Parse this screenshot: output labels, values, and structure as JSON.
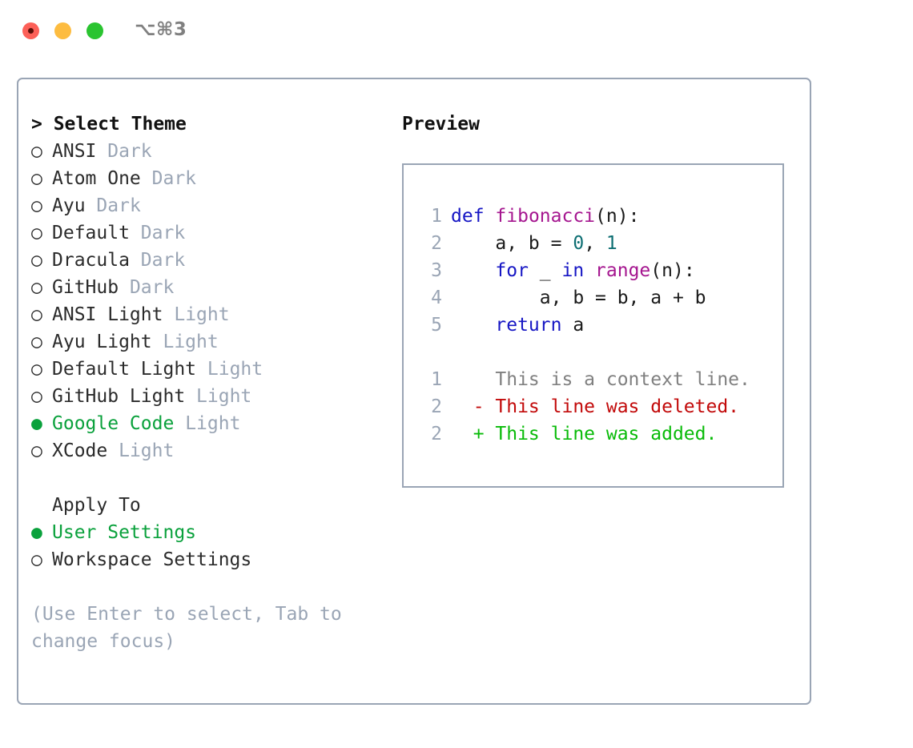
{
  "window": {
    "title": "⌥⌘3",
    "traffic_lights": [
      "close",
      "minimize",
      "maximize"
    ],
    "colors": {
      "close": "#fc6058",
      "minimize": "#fdbc40",
      "maximize": "#2ac430",
      "border": "#9aa5b5",
      "accent_green": "#0aa13c",
      "muted": "#9aa5b5"
    }
  },
  "theme_panel": {
    "heading": "> Select Theme",
    "bullet_unselected": "○",
    "bullet_selected": "●",
    "items": [
      {
        "name": "ANSI",
        "kind": "Dark",
        "selected": false
      },
      {
        "name": "Atom One",
        "kind": "Dark",
        "selected": false
      },
      {
        "name": "Ayu",
        "kind": "Dark",
        "selected": false
      },
      {
        "name": "Default",
        "kind": "Dark",
        "selected": false
      },
      {
        "name": "Dracula",
        "kind": "Dark",
        "selected": false
      },
      {
        "name": "GitHub",
        "kind": "Dark",
        "selected": false
      },
      {
        "name": "ANSI Light",
        "kind": "Light",
        "selected": false
      },
      {
        "name": "Ayu Light",
        "kind": "Light",
        "selected": false
      },
      {
        "name": "Default Light",
        "kind": "Light",
        "selected": false
      },
      {
        "name": "GitHub Light",
        "kind": "Light",
        "selected": false
      },
      {
        "name": "Google Code",
        "kind": "Light",
        "selected": true
      },
      {
        "name": "XCode",
        "kind": "Light",
        "selected": false
      }
    ]
  },
  "apply_to": {
    "label": "Apply To",
    "options": [
      {
        "name": "User Settings",
        "selected": true
      },
      {
        "name": "Workspace Settings",
        "selected": false
      }
    ]
  },
  "hint": "(Use Enter to select, Tab to change focus)",
  "preview": {
    "heading": "Preview",
    "code_lines": [
      {
        "no": "1",
        "tokens": [
          {
            "t": "def",
            "c": "kw"
          },
          {
            "t": " ",
            "c": "pl"
          },
          {
            "t": "fibonacci",
            "c": "fn"
          },
          {
            "t": "(n):",
            "c": "pl"
          }
        ]
      },
      {
        "no": "2",
        "tokens": [
          {
            "t": "    a, b = ",
            "c": "pl"
          },
          {
            "t": "0",
            "c": "num"
          },
          {
            "t": ", ",
            "c": "pl"
          },
          {
            "t": "1",
            "c": "num"
          }
        ]
      },
      {
        "no": "3",
        "tokens": [
          {
            "t": "    ",
            "c": "pl"
          },
          {
            "t": "for",
            "c": "kw"
          },
          {
            "t": " _ ",
            "c": "pl"
          },
          {
            "t": "in",
            "c": "kw"
          },
          {
            "t": " ",
            "c": "pl"
          },
          {
            "t": "range",
            "c": "fn"
          },
          {
            "t": "(n):",
            "c": "pl"
          }
        ]
      },
      {
        "no": "4",
        "tokens": [
          {
            "t": "        a, b = b, a + b",
            "c": "pl"
          }
        ]
      },
      {
        "no": "5",
        "tokens": [
          {
            "t": "    ",
            "c": "pl"
          },
          {
            "t": "return",
            "c": "kw"
          },
          {
            "t": " a",
            "c": "pl"
          }
        ]
      }
    ],
    "diff_lines": [
      {
        "no": "1",
        "marker": " ",
        "text": " This is a context line.",
        "kind": "ctx"
      },
      {
        "no": "2",
        "marker": "-",
        "text": " This line was deleted.",
        "kind": "del"
      },
      {
        "no": "2",
        "marker": "+",
        "text": " This line was added.",
        "kind": "add"
      }
    ]
  }
}
